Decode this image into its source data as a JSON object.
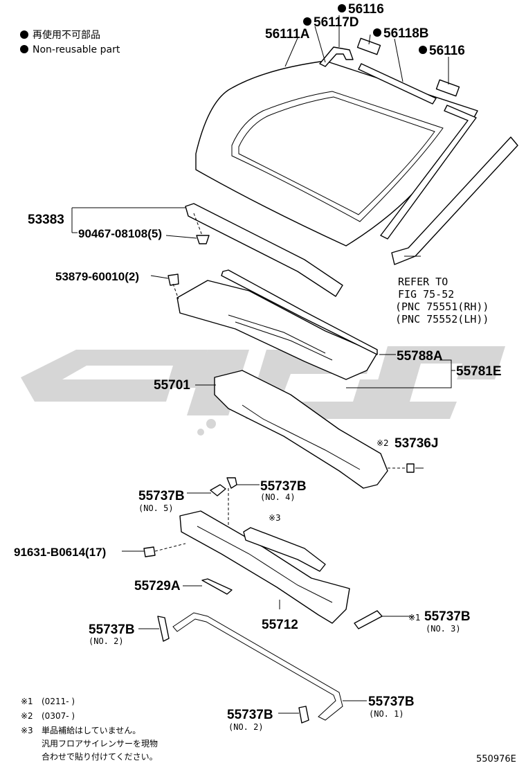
{
  "legend": {
    "jp": "再使用不可部品",
    "en": "Non-reusable part"
  },
  "labels": {
    "p56116_top": "56116",
    "p56117d": "56117D",
    "p56111a": "56111A",
    "p56118b": "56118B",
    "p56116_right": "56116",
    "p53383": "53383",
    "p90467": "90467-08108(5)",
    "p53879": "53879-60010(2)",
    "p55788a": "55788A",
    "p55781e": "55781E",
    "p55701": "55701",
    "p53736j": "53736J",
    "p55737b_no4": "55737B",
    "p55737b_no5": "55737B",
    "p91631": "91631-B0614(17)",
    "p55729a": "55729A",
    "p55712": "55712",
    "p55737b_no3": "55737B",
    "p55737b_no2a": "55737B",
    "p55737b_no1": "55737B",
    "p55737b_no2b": "55737B"
  },
  "sublabels": {
    "no4": "(NO. 4)",
    "no5": "(NO. 5)",
    "no3": "(NO. 3)",
    "no2a": "(NO. 2)",
    "no1": "(NO. 1)",
    "no2b": "(NO. 2)"
  },
  "marks": {
    "m1": "※1",
    "m2": "※2",
    "m3": "※3"
  },
  "refer": {
    "line1": "REFER TO",
    "line2": "FIG 75-52",
    "line3": "(PNC 75551(RH))",
    "line4": "(PNC 75552(LH))"
  },
  "notes": {
    "n1_mark": "※1",
    "n1_text": "(0211-    )",
    "n2_mark": "※2",
    "n2_text": "(0307-    )",
    "n3_mark": "※3",
    "n3_line1": "単品補給はしていません。",
    "n3_line2": "汎用フロアサイレンサーを現物",
    "n3_line3": "合わせで貼り付けてください。"
  },
  "figure_id": "550976E"
}
